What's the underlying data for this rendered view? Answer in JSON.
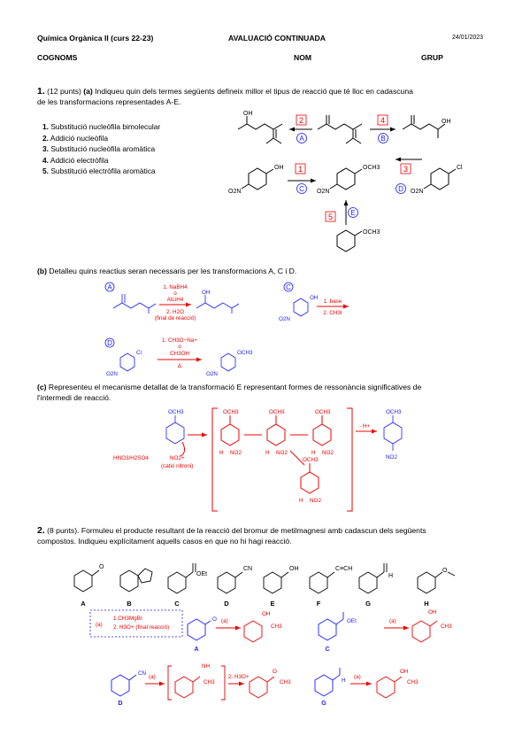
{
  "header": {
    "course": "Química Orgànica II (curs 22-23)",
    "title": "AVALUACIÓ CONTINUADA",
    "date": "24/01/2023",
    "surname": "COGNOMS",
    "name": "NOM",
    "group": "GRUP"
  },
  "q1": {
    "number": "1.",
    "points": "(12 punts)",
    "part_a": "(a)",
    "intro_1": "Indiqueu quin dels termes següents defineix millor el tipus de reacció que té lloc en cadascuna",
    "intro_2": "de les transformacions representades A-E.",
    "options": [
      {
        "n": "1.",
        "text": "Substitució nucleòfila bimolecular"
      },
      {
        "n": "2.",
        "text": "Addició nucleòfila"
      },
      {
        "n": "3.",
        "text": "Substitució nucleòfila aromàtica"
      },
      {
        "n": "4.",
        "text": "Addició electròfila"
      },
      {
        "n": "5.",
        "text": "Substitució electròfila aromàtica"
      }
    ],
    "scheme": {
      "box_A": "2",
      "box_B": "4",
      "box_C": "1",
      "box_D": "3",
      "box_E": "5",
      "circ_A": "A",
      "circ_B": "B",
      "circ_C": "C",
      "circ_D": "D",
      "circ_E": "E",
      "oh": "OH",
      "och3": "OCH3",
      "no2": "O2N",
      "cl": "Cl"
    },
    "part_b_label": "(b)",
    "part_b": "Detalleu quins reactius seran necessaris per les transformacions A, C i D.",
    "b_answers": {
      "A_reagent_1": "1. NaBH4",
      "A_or": "o",
      "A_reagent_2": "AlLiH4",
      "A_reagent_3": "2. H2O",
      "A_reagent_4": "(final de reacció)",
      "C_reagent_1": "1. base",
      "C_reagent_2": "2. CH3I",
      "D_reagent_1": "1. CH3O−Na+",
      "D_or": "o",
      "D_reagent_2": "CH3OH",
      "D_reagent_3": "Δ",
      "A": "A",
      "C": "C",
      "D": "D",
      "oh": "OH",
      "och3": "OCH3",
      "no2": "O2N",
      "cl": "Cl"
    },
    "part_c_label": "(c)",
    "part_c_1": "Representeu el mecanisme detallat de la transformació E representant formes de ressonància significatives de",
    "part_c_2": "l'intermedi de reacció.",
    "mech": {
      "och3": "OCH3",
      "acid": "HNO3/H2SO4",
      "nitronium": "NO2+",
      "nitronium_name": "(catió nitroni)",
      "h": "H",
      "no2": "NO2",
      "minus_h": "- H+"
    }
  },
  "q2": {
    "number": "2.",
    "points": "(8 punts).",
    "text_1": "Formuleu el producte resultant de la reacció del bromur de metilmagnesi amb cadascun dels següents",
    "text_2": "compostos. Indiqueu explícitament aquells casos en que no hi hagi reacció.",
    "compounds": [
      "A",
      "B",
      "C",
      "D",
      "E",
      "F",
      "G",
      "H"
    ],
    "labels": {
      "oet": "OEt",
      "cn": "CN",
      "oh": "OH",
      "cch": "C≡CH",
      "h": "H",
      "o": "O",
      "nh": "NH"
    },
    "legend_a": "(a)",
    "legend_1": "1.CH3MgBr",
    "legend_2": "2. H3O+ (final reacció)",
    "step_a": "(a)",
    "h3o": "2. H3O+",
    "ch3": "CH3",
    "ans_A": "A",
    "ans_C": "C",
    "ans_D": "D",
    "ans_G": "G"
  }
}
